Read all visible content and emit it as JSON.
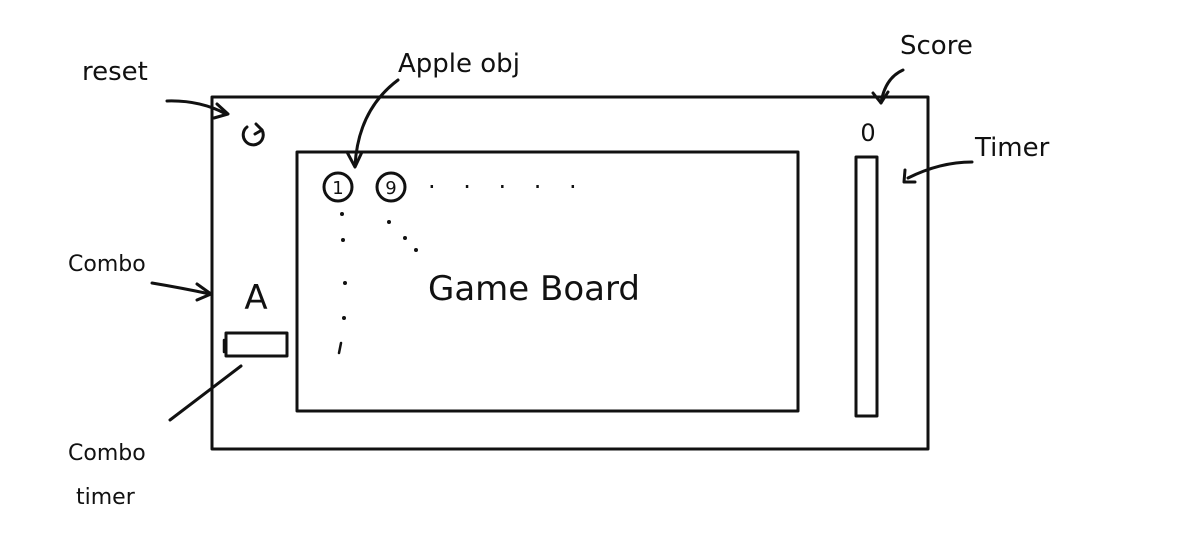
{
  "annotations": {
    "reset": "reset",
    "apple_obj": "Apple obj",
    "score": "Score",
    "timer": "Timer",
    "combo": "Combo",
    "combo_timer_line1": "Combo",
    "combo_timer_line2": "timer"
  },
  "game": {
    "score_value": "0",
    "combo_grade": "A",
    "board_label": "Game Board",
    "apples": [
      "1",
      "9"
    ],
    "dots_row": ". . . . .",
    "reset_icon": "rotate-icon"
  }
}
